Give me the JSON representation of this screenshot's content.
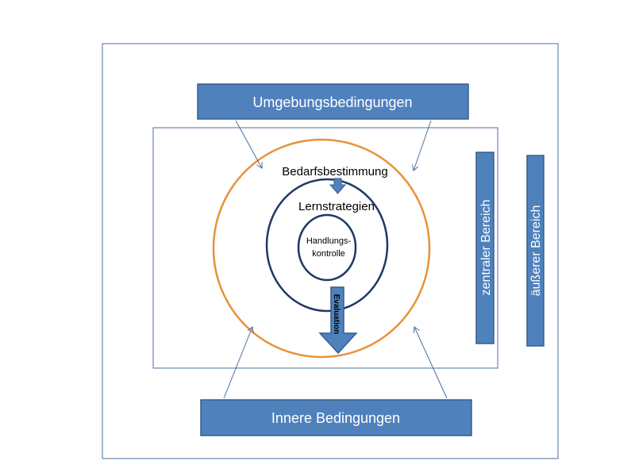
{
  "labels": {
    "top": "Umgebungsbedingungen",
    "bottom": "Innere Bedingungen",
    "central": "zentraler Bereich",
    "outer": "äußerer Bereich",
    "need": "Bedarfsbestimmung",
    "strategies": "Lernstrategien",
    "control_1": "Handlungs-",
    "control_2": "kontrolle",
    "evaluation": "Evaluation"
  },
  "colors": {
    "box": "#4f81bd",
    "box_border": "#385d8a",
    "orange": "#e8913a",
    "navy": "#1f3864",
    "frame": "#4a6fa0"
  }
}
